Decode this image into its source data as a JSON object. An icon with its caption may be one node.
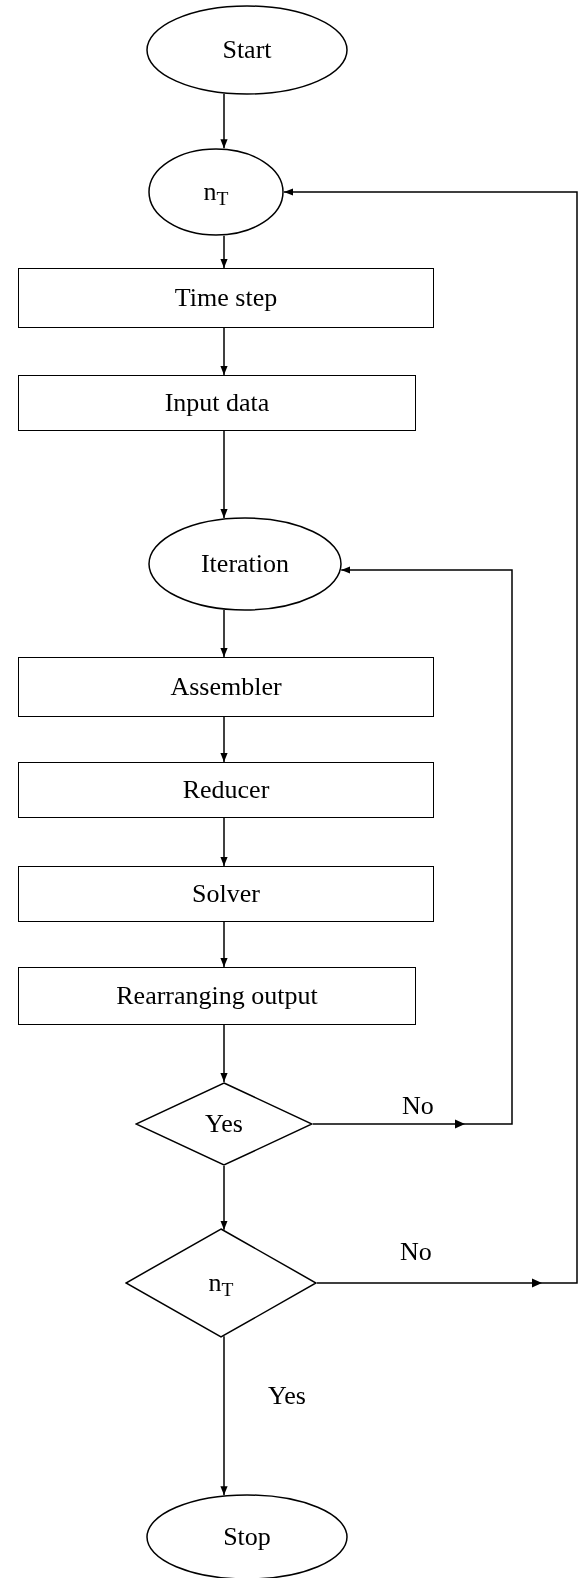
{
  "diagram": {
    "nodes": [
      {
        "text": [
          "Start"
        ]
      },
      {
        "text": [
          "n$_{T}$"
        ]
      },
      {
        "text": [
          "Time step"
        ]
      },
      {
        "text": [
          "Input data"
        ]
      },
      {
        "text": [
          "Iteration"
        ]
      },
      {
        "text": [
          "Assembler"
        ]
      },
      {
        "text": [
          "Reducer"
        ]
      },
      {
        "text": [
          "Solver"
        ]
      },
      {
        "text": [
          "Rearranging output"
        ]
      },
      {
        "text": [
          "Yes"
        ]
      },
      {
        "text": [
          "n$_{T}$"
        ]
      },
      {
        "text": [
          "Stop"
        ]
      }
    ],
    "edges": [
      {
        "from": 0,
        "to": 1,
        "arrow": "to"
      },
      {
        "from": 1,
        "to": 2,
        "arrow": "to"
      },
      {
        "from": 2,
        "to": 3,
        "arrow": "to"
      },
      {
        "from": 3,
        "to": 4,
        "arrow": "to"
      },
      {
        "from": 4,
        "to": 5,
        "arrow": "to"
      },
      {
        "from": 5,
        "to": 6,
        "arrow": "to"
      },
      {
        "from": 6,
        "to": 7,
        "arrow": "to"
      },
      {
        "from": 7,
        "to": 8,
        "arrow": "to"
      },
      {
        "from": 8,
        "to": 9,
        "arrow": "to"
      },
      {
        "from": 9,
        "to": 4,
        "arrow": "to",
        "label": "No"
      },
      {
        "from": 9,
        "to": 10,
        "arrow": "to"
      },
      {
        "from": 10,
        "to": 11,
        "arrow": "to",
        "label": "Yes"
      },
      {
        "from": 10,
        "to": 1,
        "arrow": "to",
        "label": "No"
      }
    ]
  }
}
